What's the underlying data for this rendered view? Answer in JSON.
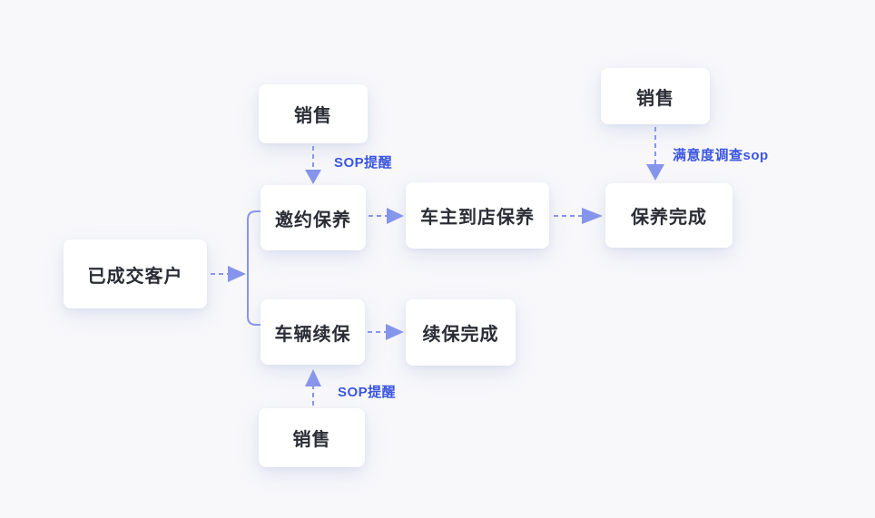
{
  "diagram": {
    "type": "flowchart",
    "nodes": {
      "customer": {
        "label": "已成交客户"
      },
      "sales_top": {
        "label": "销售"
      },
      "invite": {
        "label": "邀约保养"
      },
      "store": {
        "label": "车主到店保养"
      },
      "maintain_done": {
        "label": "保养完成"
      },
      "sales_topright": {
        "label": "销售"
      },
      "renew": {
        "label": "车辆续保"
      },
      "renew_done": {
        "label": "续保完成"
      },
      "sales_bottom": {
        "label": "销售"
      }
    },
    "edge_labels": {
      "sop_top": "SOP提醒",
      "sop_bottom": "SOP提醒",
      "satisfaction": "满意度调查sop"
    },
    "edges": [
      {
        "from": "customer",
        "to": "invite,renew",
        "style": "dashed-then-bracket"
      },
      {
        "from": "sales_top",
        "to": "invite",
        "label": "SOP提醒",
        "style": "dashed-down"
      },
      {
        "from": "invite",
        "to": "store",
        "style": "dashed-right"
      },
      {
        "from": "store",
        "to": "maintain_done",
        "style": "dashed-right"
      },
      {
        "from": "sales_topright",
        "to": "maintain_done",
        "label": "满意度调查sop",
        "style": "dashed-down"
      },
      {
        "from": "renew",
        "to": "renew_done",
        "style": "dashed-right"
      },
      {
        "from": "sales_bottom",
        "to": "renew",
        "label": "SOP提醒",
        "style": "dashed-up"
      }
    ],
    "colors": {
      "background": "#f8f8fb",
      "node_background": "#ffffff",
      "node_text": "#2b2d36",
      "connector": "#8695ec",
      "edge_label_text": "#3b56e0"
    }
  }
}
